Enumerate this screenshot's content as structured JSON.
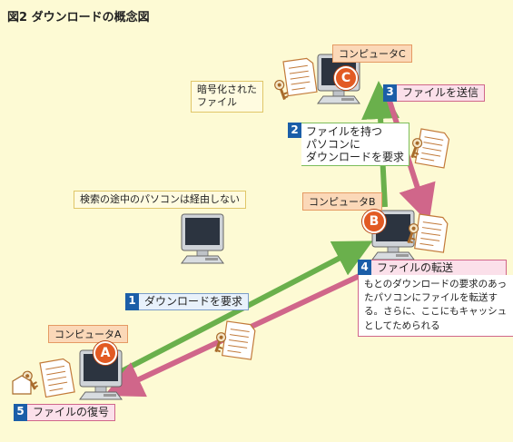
{
  "title": "図2 ダウンロードの概念図",
  "computers": {
    "a": {
      "label": "コンピュータA",
      "badge": "A"
    },
    "b": {
      "label": "コンピュータB",
      "badge": "B"
    },
    "c": {
      "label": "コンピュータC",
      "badge": "C"
    }
  },
  "labels": {
    "encrypted_file": "暗号化された\nファイル",
    "search_note": "検索の途中のパソコンは経由しない",
    "transfer_note": "もとのダウンロードの要求のあったパソコンにファイルを転送する。さらに、ここにもキャッシュとしてためられる"
  },
  "steps": [
    {
      "num": "1",
      "text": "ダウンロードを要求"
    },
    {
      "num": "2",
      "text": "ファイルを持つ\nパソコンに\nダウンロードを要求"
    },
    {
      "num": "3",
      "text": "ファイルを送信"
    },
    {
      "num": "4",
      "text": "ファイルの転送"
    },
    {
      "num": "5",
      "text": "ファイルの復号"
    }
  ],
  "colors": {
    "background": "#fdfad4",
    "request_arrow": "#6ab04c",
    "send_arrow": "#d0668a",
    "step_number": "#1b5ea8",
    "badge": "#e25a23"
  }
}
